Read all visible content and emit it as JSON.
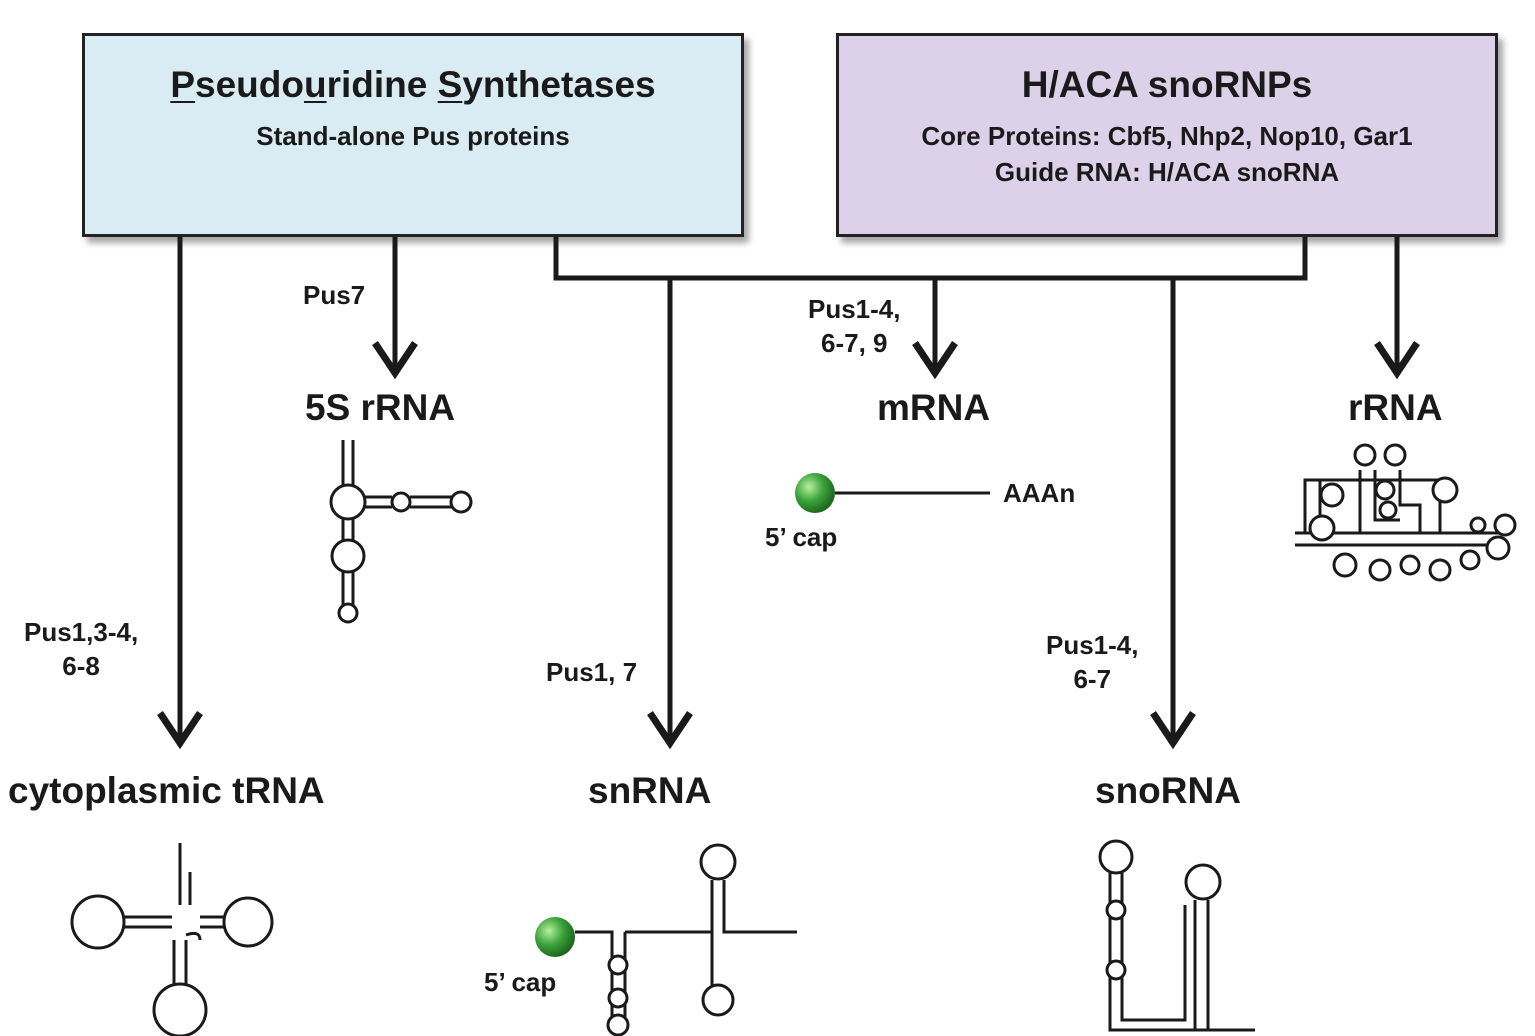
{
  "boxes": {
    "pseudouridine": {
      "title_parts": [
        "P",
        "seudo",
        "u",
        "ridine ",
        "S",
        "ynthetases"
      ],
      "subtitle": "Stand-alone Pus proteins",
      "color": "#d9ecf3"
    },
    "haca": {
      "title": "H/ACA snoRNPs",
      "core_proteins": "Core Proteins: Cbf5, Nhp2, Nop10, Gar1",
      "guide_rna": "Guide RNA: H/ACA snoRNA",
      "color": "#dcd1e8"
    }
  },
  "targets": {
    "rrna_5s": "5S rRNA",
    "mrna": "mRNA",
    "rrna": "rRNA",
    "trna": "cytoplasmic tRNA",
    "snrna": "snRNA",
    "snorna": "snoRNA"
  },
  "enzymes": {
    "rrna_5s": "Pus7",
    "mrna_line1": "Pus1-4,",
    "mrna_line2": "6-7, 9",
    "trna_line1": "Pus1,3-4,",
    "trna_line2": "6-8",
    "snrna": "Pus1, 7",
    "snorna_line1": "Pus1-4,",
    "snorna_line2": "6-7"
  },
  "annotations": {
    "mrna_cap": "5’ cap",
    "mrna_tail": "AAAn",
    "snrna_cap": "5’ cap"
  },
  "colors": {
    "cap_green": "#3aa33a",
    "line": "#1a1a1a"
  }
}
